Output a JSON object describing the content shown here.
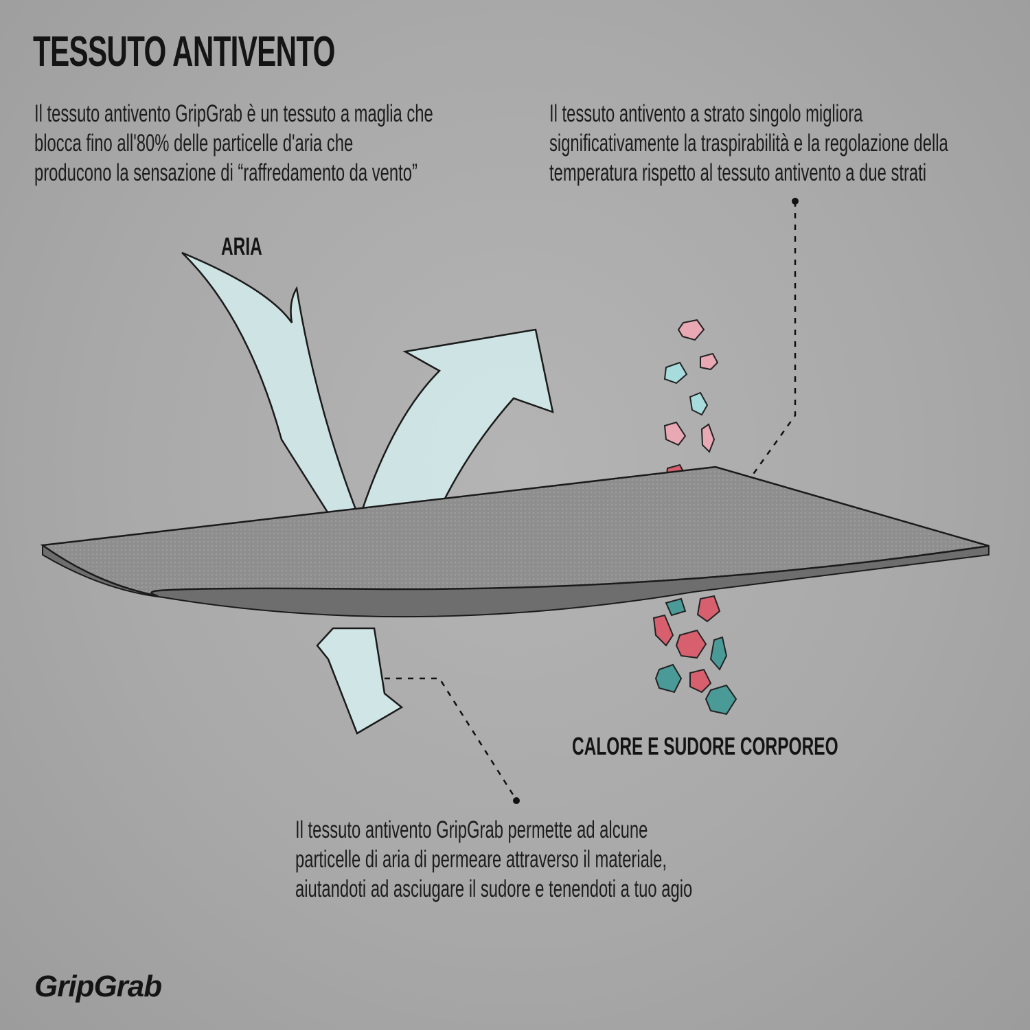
{
  "title": "TESSUTO ANTIVENTO",
  "text_left": [
    "Il tessuto antivento GripGrab è un tessuto a maglia che",
    "blocca fino all'80% delle particelle d'aria che",
    "producono la sensazione di “raffredamento da vento”"
  ],
  "text_right": [
    "Il tessuto antivento a strato singolo migliora",
    "significativamente la traspirabilità e la regolazione della",
    "temperatura rispetto al tessuto antivento a due strati"
  ],
  "text_bottom": [
    "Il tessuto antivento GripGrab permette ad alcune",
    "particelle di aria di permeare attraverso il materiale,",
    "aiutandoti ad asciugare il sudore e tenendoti a tuo agio"
  ],
  "label_air": "ARIA",
  "label_heat": "CALORE E SUDORE CORPOREO",
  "logo": "GripGrab",
  "colors": {
    "arrow": "#d4ecec",
    "pink": "#e8a8b4",
    "red": "#d8606e",
    "teal_light": "#a8dcdc",
    "teal": "#4a9a98"
  }
}
